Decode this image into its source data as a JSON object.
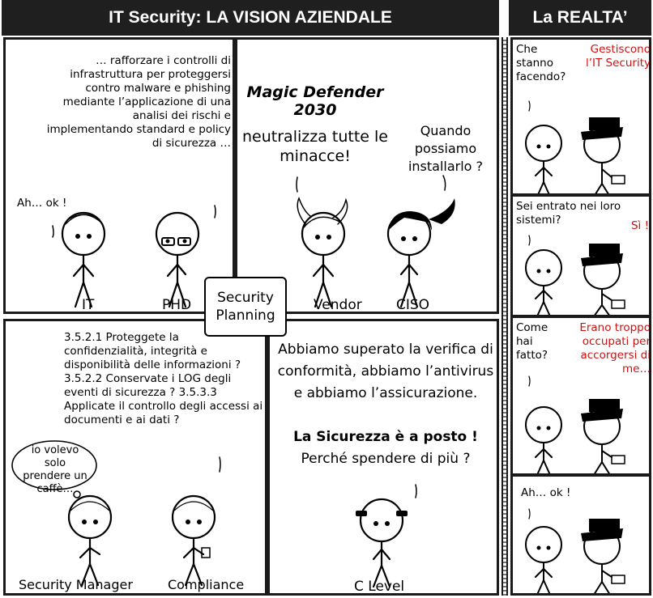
{
  "header": {
    "title_left": "IT Security: LA VISION AZIENDALE",
    "title_right": "La REALTA’"
  },
  "panel1": {
    "speech": "… rafforzare i controlli di infrastruttura per proteggersi contro malware e phishing mediante l’applicazione di una analisi dei rischi e implementando standard e policy di sicurezza …",
    "reply": "Ah… ok !",
    "label_it": "IT",
    "label_phd": "PHD"
  },
  "panel2": {
    "product": "Magic Defender 2030",
    "claim": "neutralizza tutte le minacce!",
    "question": "Quando possiamo installarlo ?",
    "label_vendor": "Vendor",
    "label_ciso": "CISO"
  },
  "center_sign": "Security Planning",
  "panel3": {
    "checklist": "3.5.2.1 Proteggete la confidenzialità, integrità e disponibilità delle informazioni ? 3.5.2.2 Conservate i LOG degli eventi di sicurezza ? 3.5.3.3 Applicate il controllo degli accessi ai documenti e ai dati ?",
    "thought": "io volevo solo prendere un caffè…",
    "label_secman": "Security Manager",
    "label_compliance": "Compliance"
  },
  "panel4": {
    "speech_a": "Abbiamo superato la verifica di conformità, abbiamo l’antivirus e abbiamo l’assicurazione.",
    "speech_b": "La Sicurezza è a posto !",
    "speech_c": "Perché spendere di più ?",
    "label_clevel": "C Level"
  },
  "reality": [
    {
      "question": "Che stanno facendo?",
      "answer": "Gestiscono l’IT Security"
    },
    {
      "question": "Sei entrato nei loro sistemi?",
      "answer": "Sì !"
    },
    {
      "question": "Come hai fatto?",
      "answer": "Erano troppo occupati per accorgersi di me…"
    },
    {
      "question": "Ah… ok !",
      "answer": ""
    }
  ]
}
